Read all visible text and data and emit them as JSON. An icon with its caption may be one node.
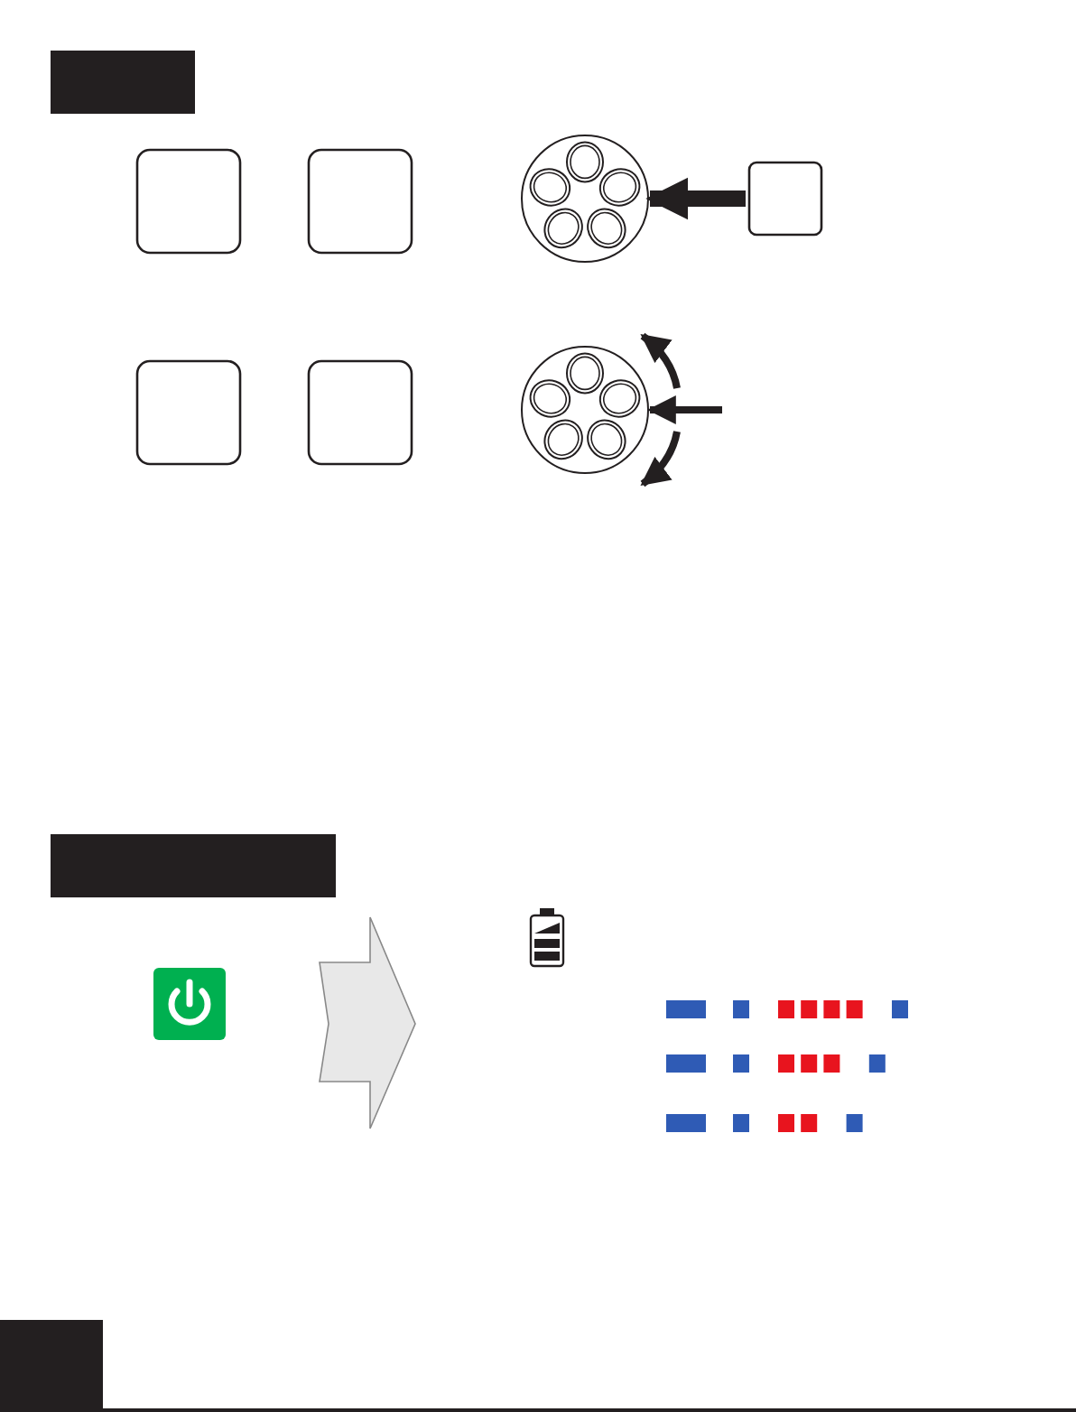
{
  "diagram": {
    "nodes": [
      {
        "text": [],
        "shape": "bar"
      },
      {
        "text": [],
        "shape": "box"
      },
      {
        "text": [],
        "shape": "box"
      },
      {
        "text": [],
        "shape": "circle"
      },
      {
        "text": [],
        "shape": "box"
      },
      {
        "text": [],
        "shape": "box"
      },
      {
        "text": [],
        "shape": "box"
      },
      {
        "text": [],
        "shape": "circle"
      },
      {
        "text": [],
        "shape": "bar"
      }
    ],
    "edges": [
      {
        "from": 4,
        "to": 3,
        "arrow": "to",
        "style": "thick"
      },
      {
        "from": null,
        "to": 7,
        "arrow": "to"
      }
    ]
  }
}
